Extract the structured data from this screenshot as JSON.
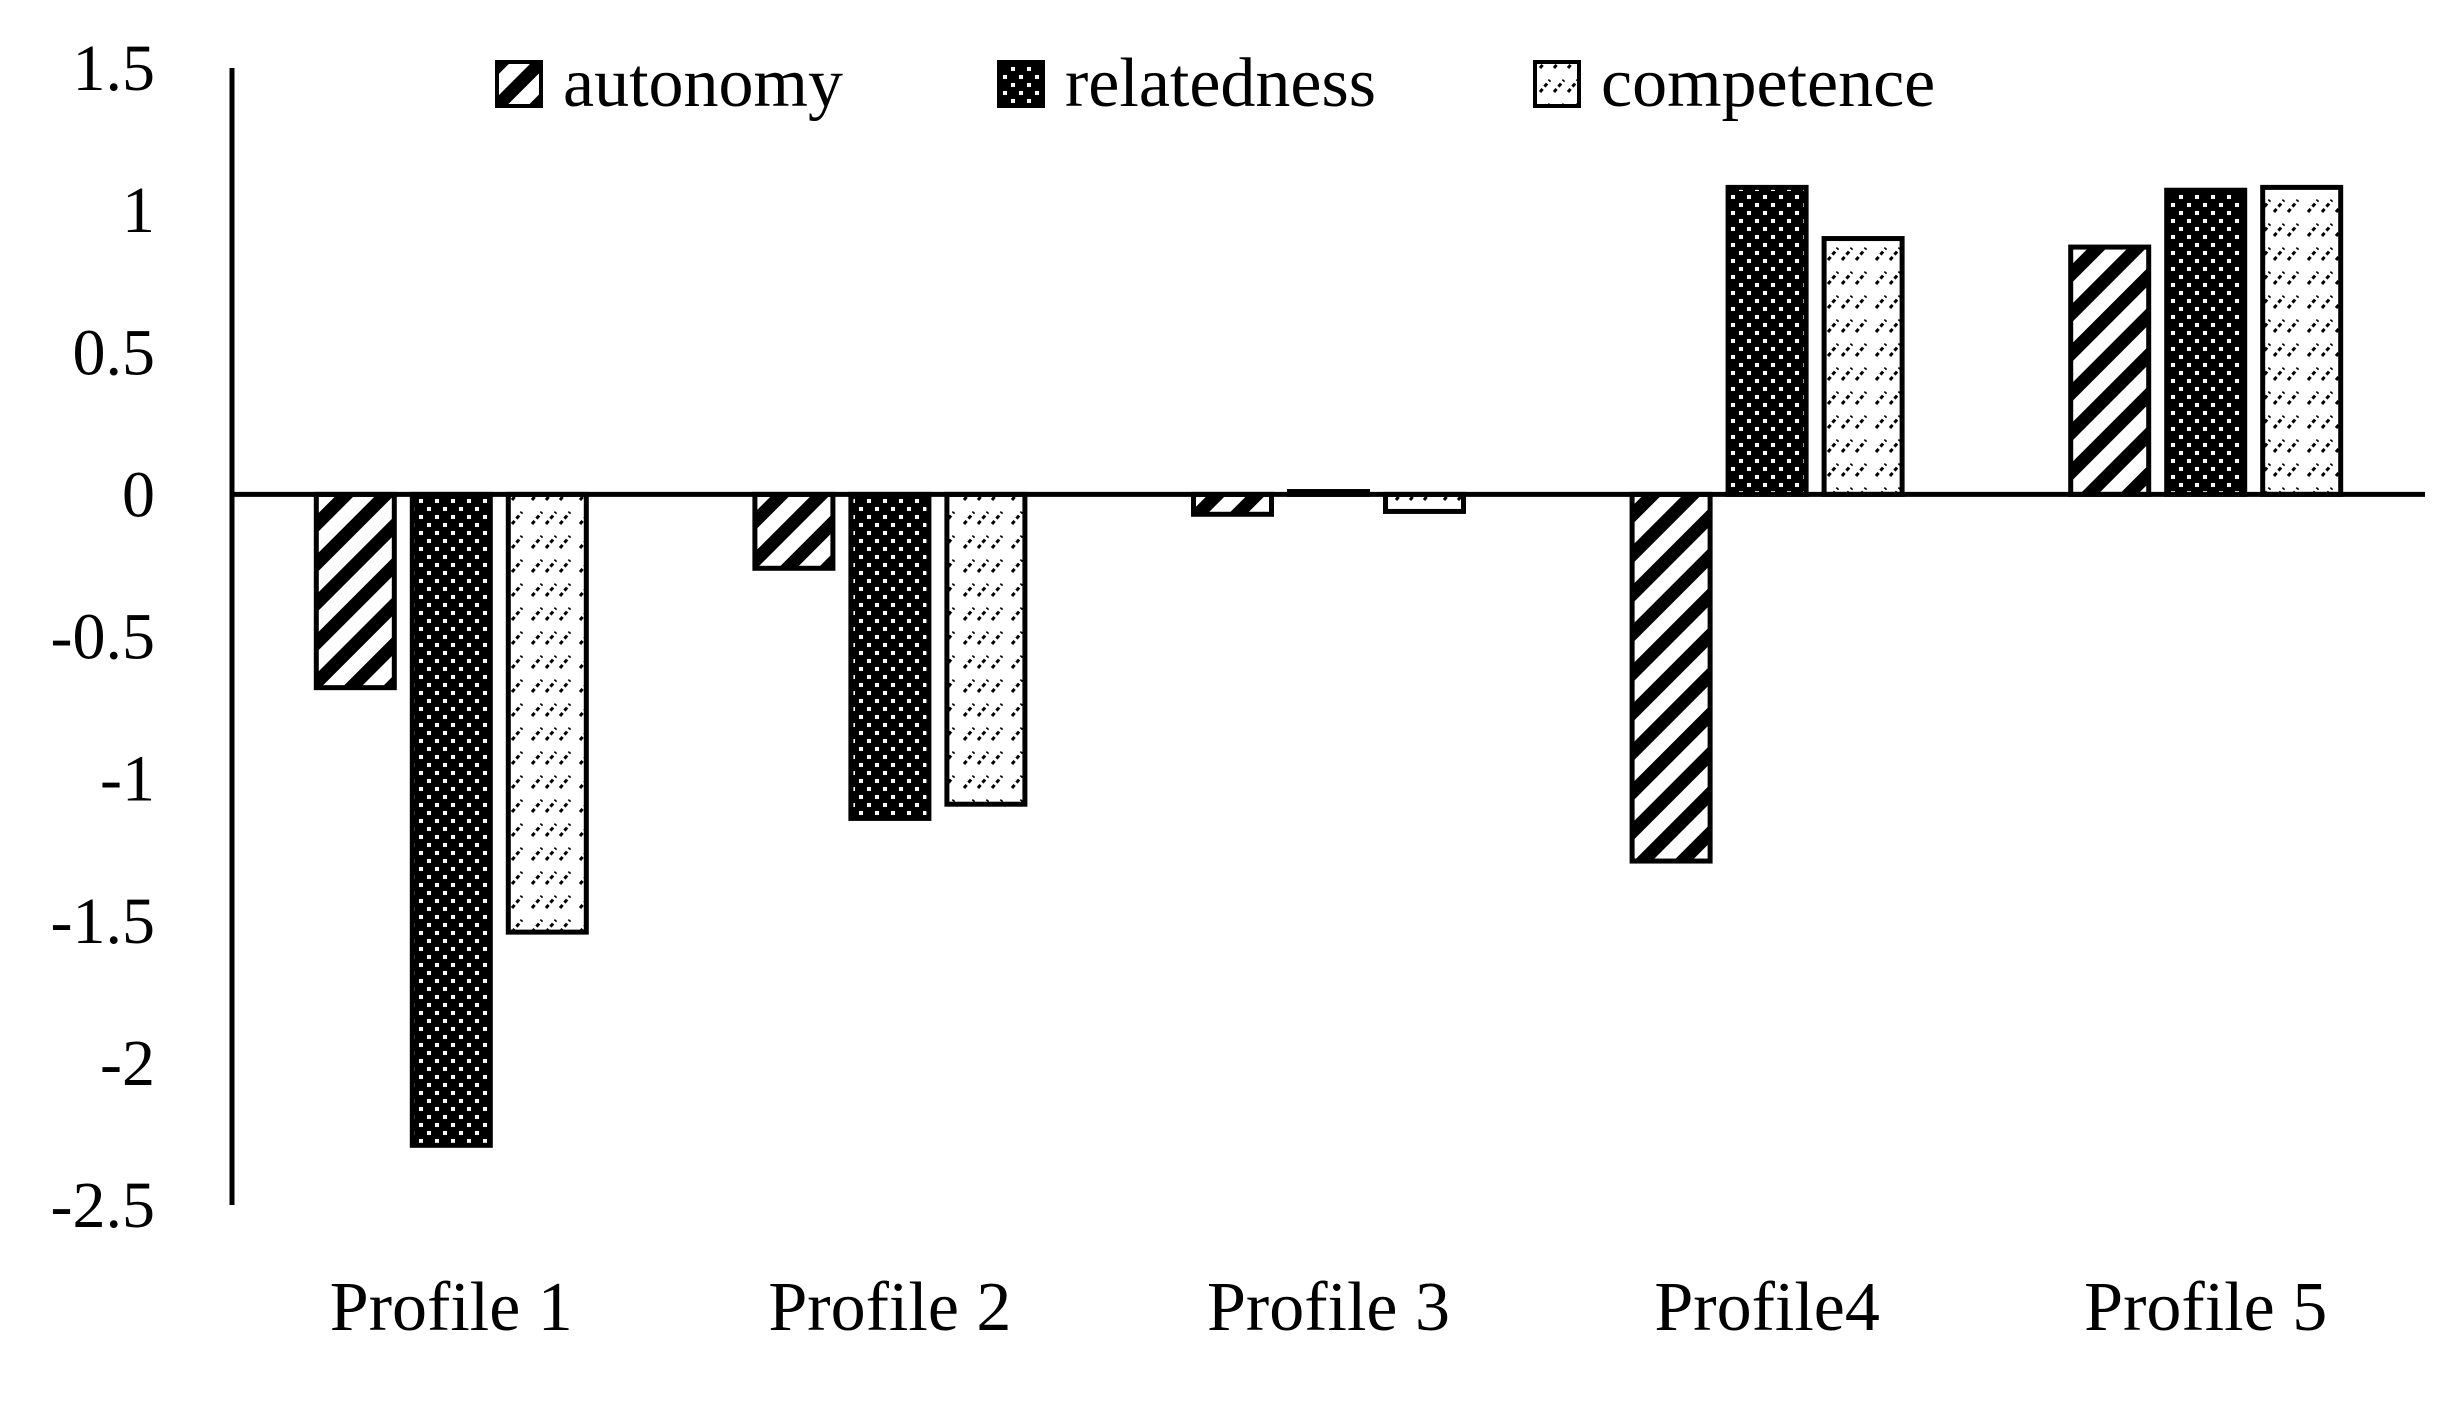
{
  "chart_data": {
    "type": "bar",
    "title": "",
    "xlabel": "",
    "ylabel": "",
    "categories": [
      "Profile 1",
      "Profile 2",
      "Profile 3",
      "Profile4",
      "Profile 5"
    ],
    "series": [
      {
        "name": "autonomy",
        "pattern": "diagonal-stripes",
        "values": [
          -0.68,
          -0.26,
          -0.07,
          -1.29,
          0.87
        ]
      },
      {
        "name": "relatedness",
        "pattern": "black-with-white-dots",
        "values": [
          -2.29,
          -1.14,
          0.01,
          1.08,
          1.07
        ]
      },
      {
        "name": "competence",
        "pattern": "white-with-dashed-diagonals",
        "values": [
          -1.54,
          -1.09,
          -0.06,
          0.9,
          1.08
        ]
      }
    ],
    "ylim": [
      -2.5,
      1.5
    ],
    "yticks": [
      "1.5",
      "1",
      "0.5",
      "0",
      "-0.5",
      "-1",
      "-1.5",
      "-2",
      "-2.5"
    ],
    "grid": false,
    "legend_position": "top-center",
    "colors": {
      "stroke": "#000000",
      "fill_light": "#ffffff",
      "fill_dark": "#000000"
    }
  }
}
